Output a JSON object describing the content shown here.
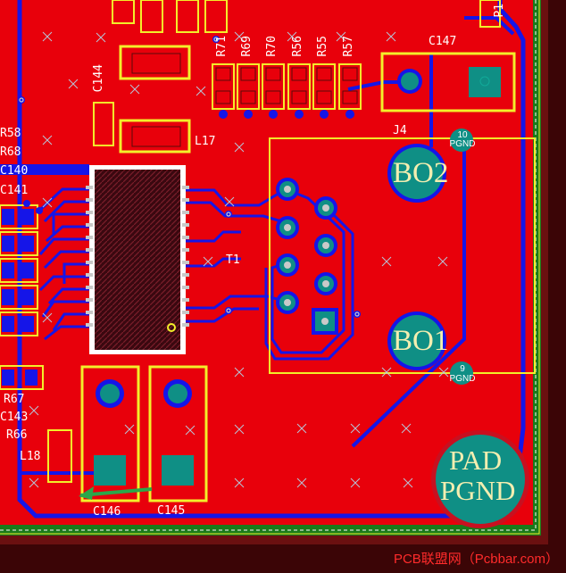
{
  "designators": {
    "R58": "R58",
    "R68": "R68",
    "C140": "C140",
    "C141": "C141",
    "C144": "C144",
    "L17": "L17",
    "R71": "R71",
    "R69": "R69",
    "R70": "R70",
    "R56": "R56",
    "R55": "R55",
    "R57": "R57",
    "C147": "C147",
    "J4": "J4",
    "T1": "T1",
    "R67": "R67",
    "C143": "C143",
    "R66": "R66",
    "L18": "L18",
    "C146": "C146",
    "C145": "C145",
    "P1": "P1"
  },
  "pads": {
    "bo2": "BO2",
    "bo1": "BO1",
    "pin10_num": "10",
    "pin10_net": "PGND",
    "pin9_num": "9",
    "pin9_net": "PGND",
    "pad_line1": "PAD",
    "pad_line2": "PGND"
  },
  "watermark": "PCB联盟网（Pcbbar.com）",
  "colors": {
    "copper_top": "#e8000b",
    "copper_bottom": "#1515e8",
    "silkscreen": "#f3ef2a",
    "pad": "#0f8f85",
    "keepout": "#1a7a1a",
    "board_edge": "#8b1b1b"
  }
}
